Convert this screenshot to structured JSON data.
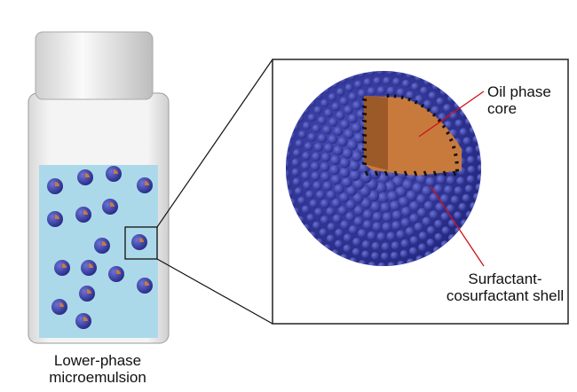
{
  "labels": {
    "vial": [
      "Lower-phase",
      "microemulsion"
    ],
    "core": [
      "Oil phase",
      "core"
    ],
    "shell": [
      "Surfactant-",
      "cosurfactant shell"
    ]
  },
  "colors": {
    "shell": "#3a3fa8",
    "core": "#c87a3c",
    "liquid": "#acd9e9",
    "pointer": "#d0101a"
  }
}
